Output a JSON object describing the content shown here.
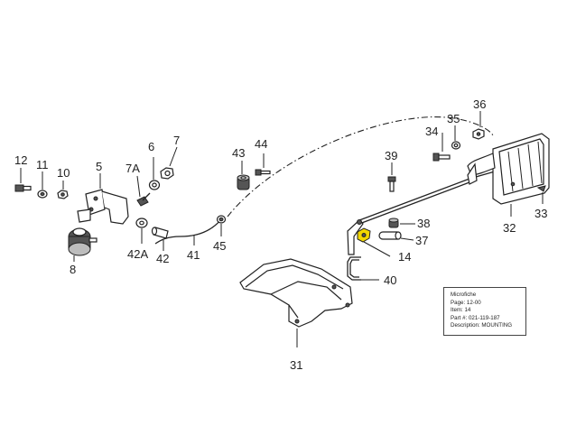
{
  "diagram": {
    "callouts": {
      "p12": "12",
      "p11": "11",
      "p10": "10",
      "p5": "5",
      "p7A": "7A",
      "p6": "6",
      "p7": "7",
      "p8": "8",
      "p42A": "42A",
      "p42": "42",
      "p41": "41",
      "p45": "45",
      "p43": "43",
      "p44": "44",
      "p39": "39",
      "p34": "34",
      "p35": "35",
      "p36": "36",
      "p33": "33",
      "p32": "32",
      "p38": "38",
      "p37": "37",
      "p14": "14",
      "p40": "40",
      "p31": "31"
    },
    "highlight_color": "#f2d600"
  },
  "info": {
    "title": "Microfiche",
    "page": "Page: 12-00",
    "item": "Item: 14",
    "part": "Part #: 021-119-187",
    "description": "Description: MOUNTING"
  }
}
